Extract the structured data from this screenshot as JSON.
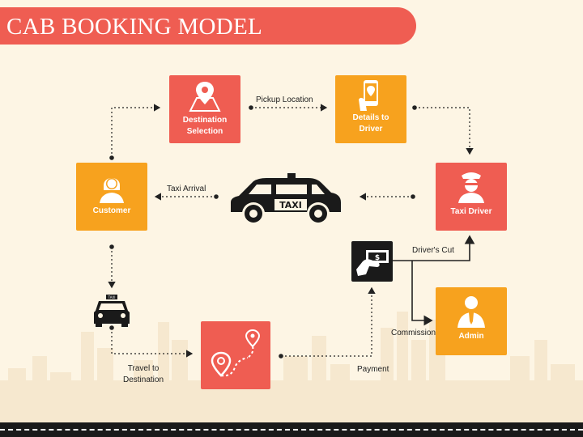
{
  "title": "CAB BOOKING MODEL",
  "nodes": {
    "destination_selection": {
      "label": "Destination\nSelection",
      "icon": "map-pin-icon"
    },
    "details_to_driver": {
      "label": "Details to\nDriver",
      "icon": "smartphone-pin-icon"
    },
    "taxi_driver": {
      "label": "Taxi Driver",
      "icon": "driver-icon"
    },
    "customer": {
      "label": "Customer",
      "icon": "woman-user-icon"
    },
    "admin": {
      "label": "Admin",
      "icon": "businessman-icon"
    },
    "travel": {
      "icon": "route-pins-icon"
    },
    "cash": {
      "icon": "hand-cash-icon"
    },
    "taxi_car": {
      "sign": "TAXI",
      "icon": "taxi-car-icon"
    },
    "small_taxi": {
      "sign": "TAXI",
      "icon": "taxi-front-icon"
    }
  },
  "edge_labels": {
    "pickup_location": "Pickup Location",
    "taxi_arrival": "Taxi Arrival",
    "drivers_cut": "Driver's Cut",
    "commission": "Commission",
    "travel_to_destination": "Travel to\nDestination",
    "payment": "Payment"
  },
  "colors": {
    "red": "#ef5d52",
    "orange": "#f7a21e",
    "background": "#fdf5e4",
    "dark": "#1a1a1a"
  }
}
